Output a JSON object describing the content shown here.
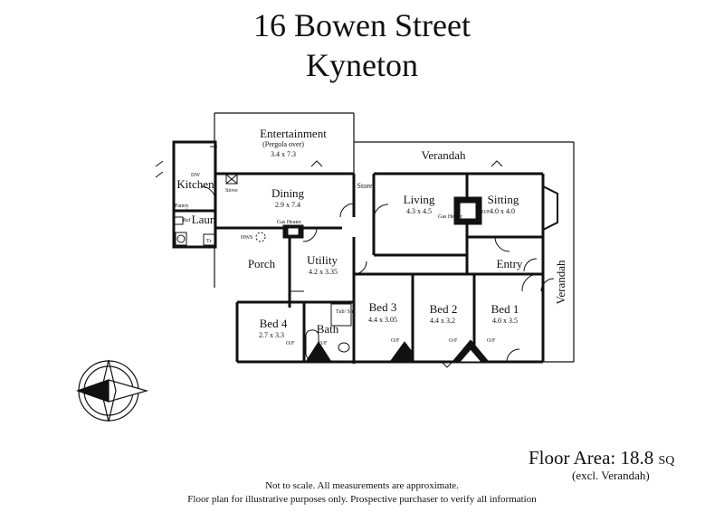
{
  "header": {
    "line1": "16 Bowen Street",
    "line2": "Kyneton"
  },
  "rooms": {
    "entertainment": {
      "name": "Entertainment",
      "note": "(Pergola over)",
      "dims": "3.4 x 7.3"
    },
    "verandah": "Verandah",
    "kitchen": "Kitchen",
    "laun": "Laun",
    "dining": {
      "name": "Dining",
      "dims": "2.9 x 7.4"
    },
    "store": "Store",
    "living": {
      "name": "Living",
      "dims": "4.3 x 4.5"
    },
    "sitting": {
      "name": "Sitting",
      "dims": "4.0 x 4.0"
    },
    "porch": "Porch",
    "utility": {
      "name": "Utility",
      "dims": "4.2 x 3.35"
    },
    "entry": "Entry",
    "bed4": {
      "name": "Bed 4",
      "dims": "2.7 x 3.3"
    },
    "bath": "Bath",
    "bed3": {
      "name": "Bed 3",
      "dims": "4.4 x 3.05"
    },
    "bed2": {
      "name": "Bed 2",
      "dims": "4.4 x 3.2"
    },
    "bed1": {
      "name": "Bed 1",
      "dims": "4.0 x 3.5"
    }
  },
  "fixtures": {
    "dw": "DW",
    "pantry": "Pantry",
    "ref": "Ref",
    "stove": "Stove",
    "gas_heater": "Gas Heater",
    "hws": "HWS",
    "of": "O/F",
    "tub_shr": "Tub/ Shr",
    "tr": "Tr"
  },
  "footer": {
    "floor_area_label": "Floor Area: 18.8",
    "floor_area_unit": "SQ",
    "excl": "(excl. Verandah)",
    "note1": "Not to scale. All measurements are approximate.",
    "note2": "Floor plan for illustrative purposes only. Prospective purchaser to verify all information"
  }
}
